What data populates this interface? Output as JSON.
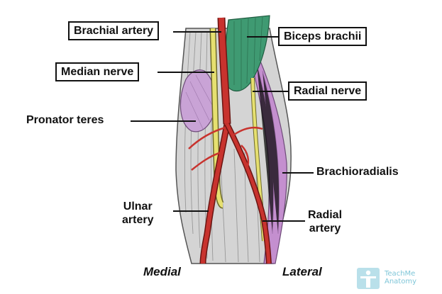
{
  "labels": {
    "brachial_artery": "Brachial artery",
    "biceps_brachii": "Biceps brachii",
    "median_nerve": "Median nerve",
    "radial_nerve": "Radial nerve",
    "pronator_teres": "Pronator teres",
    "brachioradialis": "Brachioradialis",
    "ulnar_artery": "Ulnar\nartery",
    "radial_artery": "Radial\nartery"
  },
  "orientation": {
    "medial": "Medial",
    "lateral": "Lateral"
  },
  "logo": {
    "line1": "TeachMe",
    "line2": "Anatomy"
  },
  "colors": {
    "artery": "#c8332e",
    "nerve": "#e6e070",
    "biceps": "#3f9a72",
    "pronator_teres": "#c9a3d6",
    "brachioradialis": "#c48fcf",
    "muscle_grey": "#cfcfcf",
    "logo": "#7fc6d8"
  }
}
